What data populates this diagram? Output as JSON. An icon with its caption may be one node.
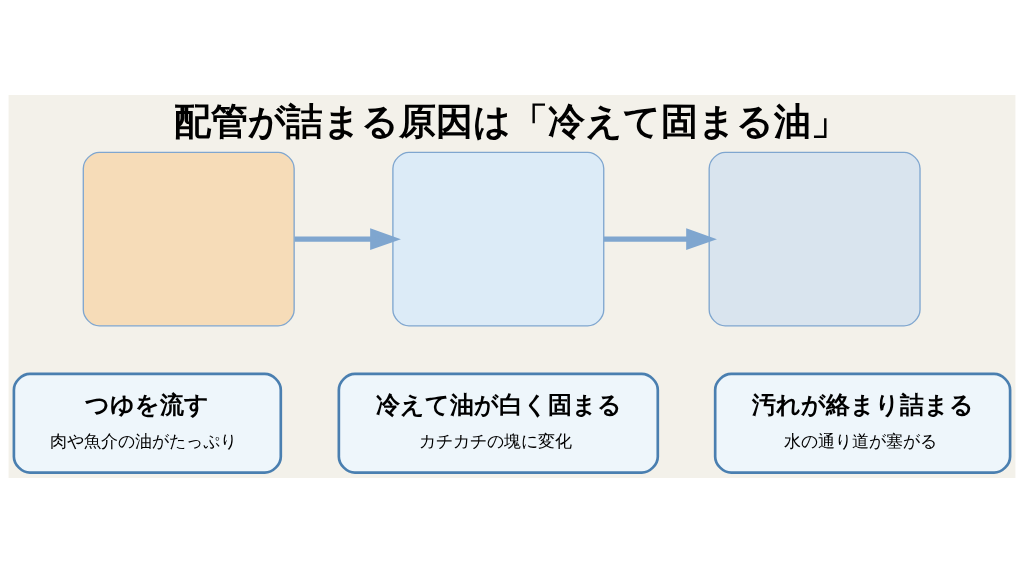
{
  "diagram": {
    "title": "配管が詰まる原因は「冷えて固まる油」",
    "nodes": [
      {
        "text": [],
        "shape": "box"
      },
      {
        "text": [],
        "shape": "box"
      },
      {
        "text": [],
        "shape": "box"
      },
      {
        "text": [
          "つゆを流す",
          "肉や魚介の油がたっぷり"
        ]
      },
      {
        "text": [
          "冷えて油が白く固まる",
          "カチカチの塊に変化"
        ]
      },
      {
        "text": [
          "汚れが絡まり詰まる",
          "水の通り道が塞がる"
        ]
      }
    ],
    "edges": [
      {
        "from": 0,
        "to": 1,
        "arrow": "to"
      },
      {
        "from": 1,
        "to": 2,
        "arrow": "to"
      }
    ]
  }
}
